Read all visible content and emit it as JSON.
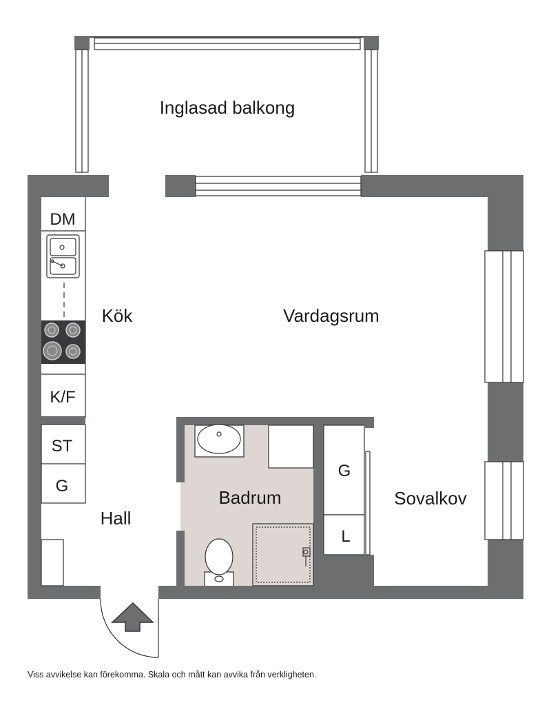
{
  "rooms": {
    "balcony": "Inglasad balkong",
    "kitchen": "Kök",
    "living": "Vardagsrum",
    "bathroom": "Badrum",
    "alcove": "Sovalkov",
    "hall": "Hall"
  },
  "fixtures": {
    "dishwasher": "DM",
    "fridge_freezer": "K/F",
    "closet_st": "ST",
    "wardrobe_hall": "G",
    "wardrobe_alcove": "G",
    "linen": "L"
  },
  "footer": {
    "disclaimer": "Viss avvikelse kan förekomma. Skala och mått kan avvika från verkligheten."
  },
  "colors": {
    "wall": "#6d6e70",
    "bathroom_floor": "#ddd6d2",
    "stove": "#3a3a3c",
    "line": "#333333"
  }
}
